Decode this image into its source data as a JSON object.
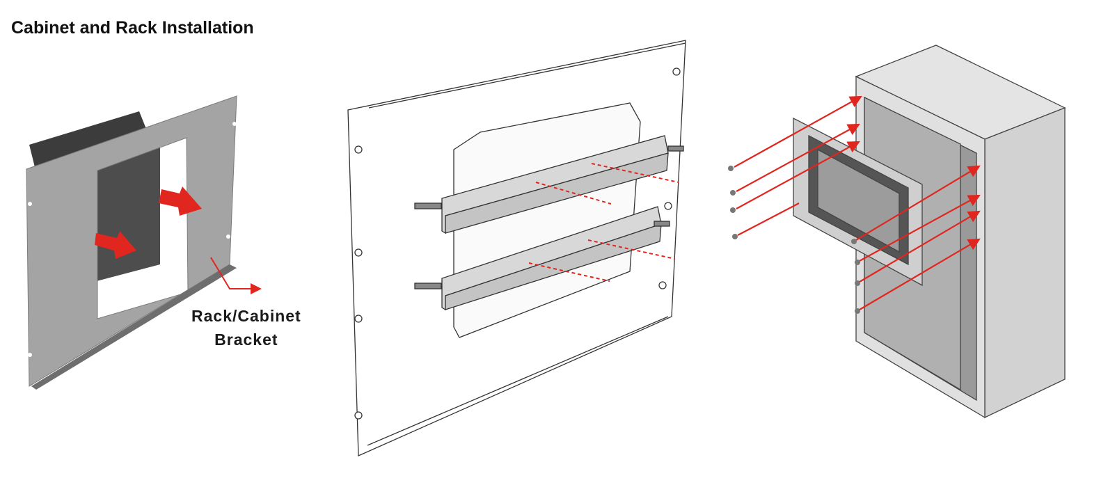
{
  "title": "Cabinet and Rack Installation",
  "bracket_label_line1": "Rack/Cabinet",
  "bracket_label_line2": "Bracket",
  "colors": {
    "arrow": "#e0261f",
    "metal": "#a9a9a9",
    "dark": "#4a4a4a"
  }
}
